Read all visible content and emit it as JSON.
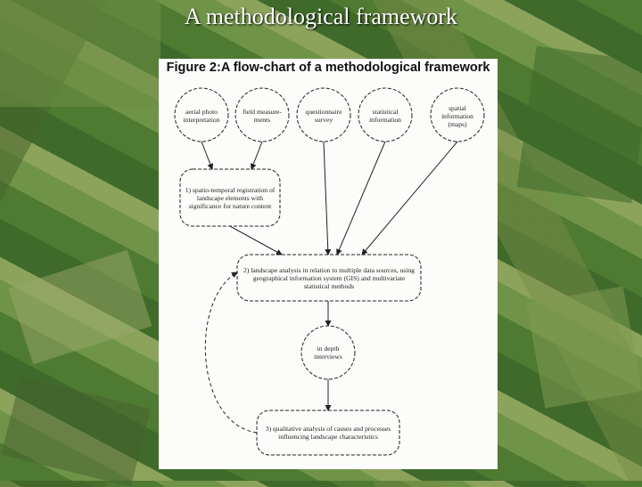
{
  "slide": {
    "title": "A methodological framework"
  },
  "figure": {
    "caption": "Figure 2:A flow-chart of a methodological framework",
    "sources": [
      "aerial photo interpretation",
      "field measure-ments",
      "questionnaire survey",
      "statistical information",
      "spatial information (maps)"
    ],
    "step1": "1) spatio-temporal registration of landscape elements with significance for nature content",
    "step2": "2) landscape analysis in relation to multiple data sources, using geographical information system (GIS) and multivariate statistical methods",
    "interviews": "in depth interviews",
    "step3": "3) qualitative analysis of causes and processes influencing landscape characteristics"
  },
  "colors": {
    "panel": "#fcfcfa",
    "ink": "#222222",
    "field_green": "#58803a"
  }
}
